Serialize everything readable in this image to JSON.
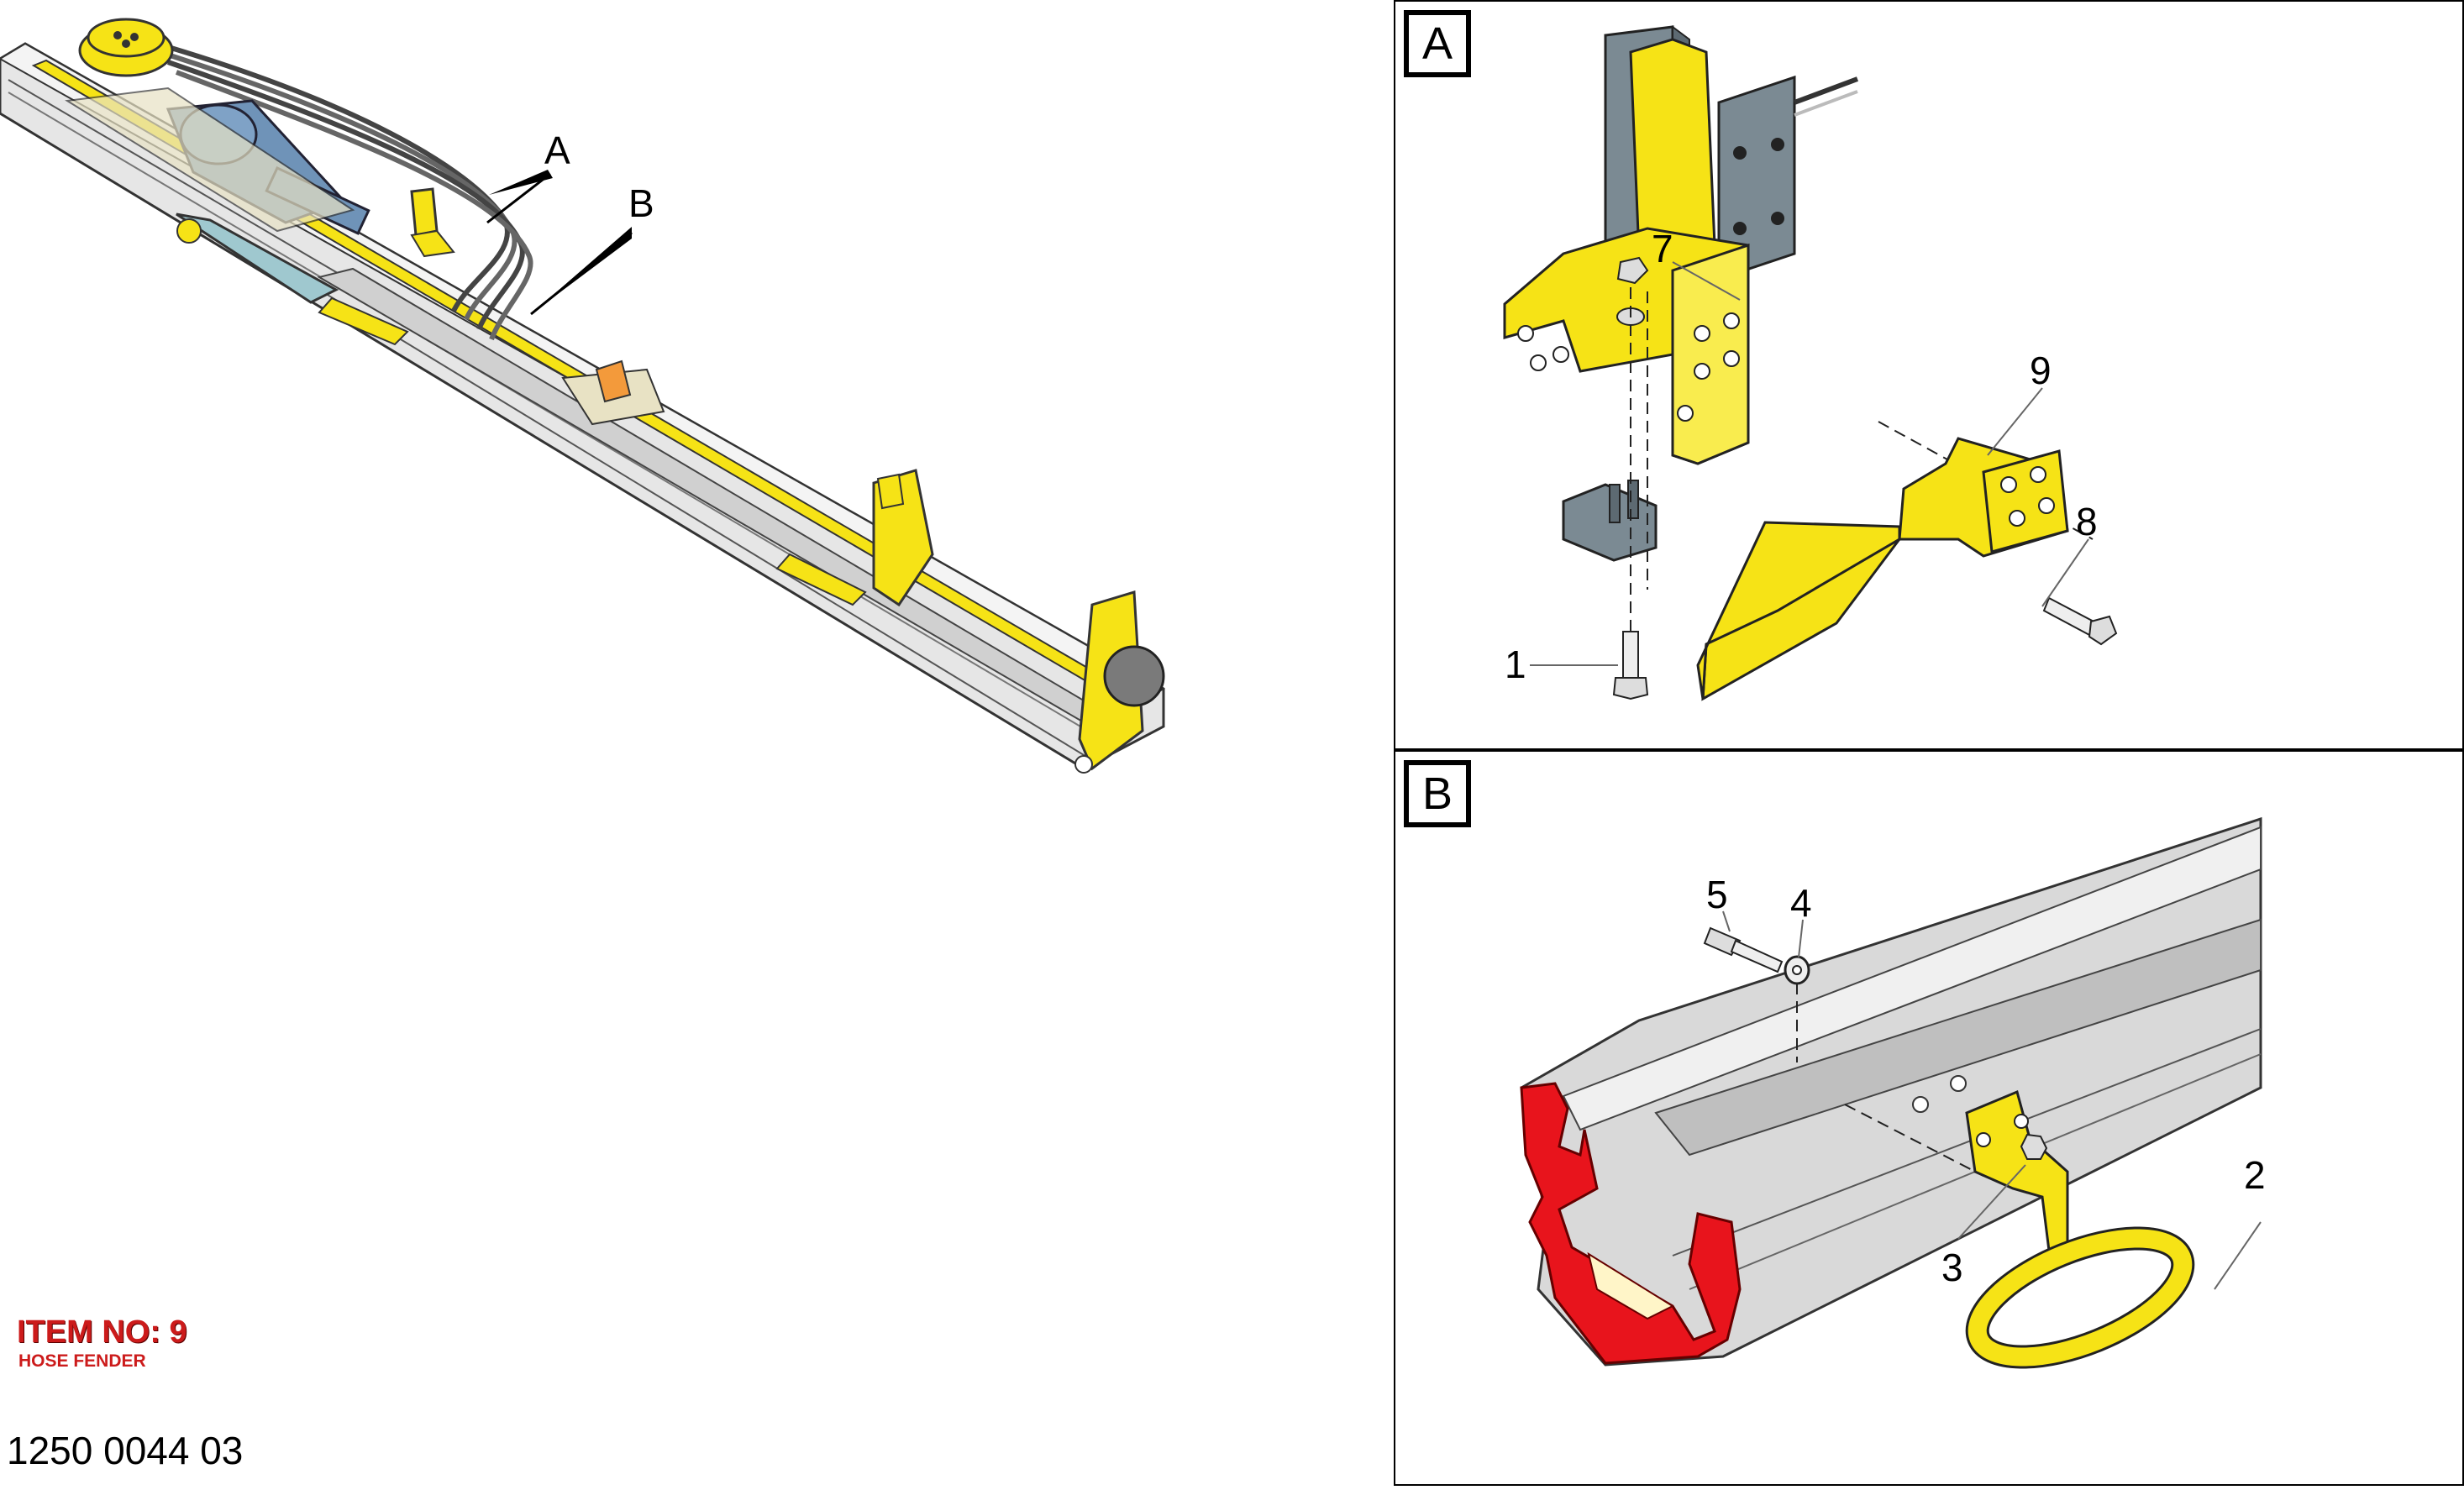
{
  "overview": {
    "detail_refs": [
      "A",
      "B"
    ]
  },
  "panel_a": {
    "tag": "A",
    "callouts": {
      "c7": "7",
      "c9": "9",
      "c8": "8",
      "c1": "1"
    }
  },
  "panel_b": {
    "tag": "B",
    "callouts": {
      "c5": "5",
      "c4": "4",
      "c2": "2",
      "c3": "3"
    }
  },
  "item": {
    "title": "ITEM NO: 9",
    "subtitle": "HOSE FENDER"
  },
  "document_number": "1250 0044 03",
  "colors": {
    "part_yellow": "#f6e316",
    "section_red": "#e8141c",
    "rail_grey": "#d9d9d9",
    "pump_blue": "#6f93b8",
    "bracket_grey": "#7b8a93",
    "label_red": "#cc1b1b"
  }
}
